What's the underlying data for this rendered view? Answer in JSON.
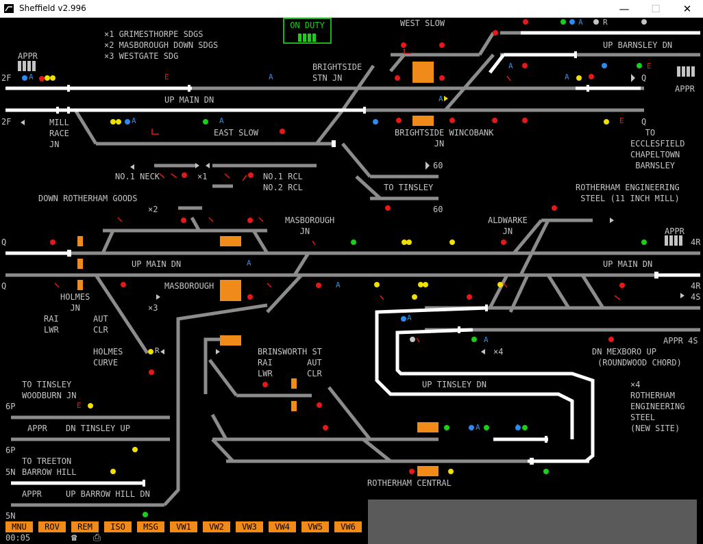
{
  "window": {
    "title": "Sheffield v2.996",
    "controls": {
      "minimize": "—",
      "maximize": "☐",
      "close": "✕"
    }
  },
  "duty": {
    "label": "ON DUTY"
  },
  "notes": [
    "×1 GRIMESTHORPE SDGS",
    "×2 MASBOROUGH DOWN SDGS",
    "×3 WESTGATE SDG"
  ],
  "labels": {
    "appr": "APPR",
    "mill_race": "MILL\nRACE\nJN",
    "brightside_stn": "BRIGHTSIDE\nSTN JN",
    "west_slow": "WEST SLOW",
    "up_main_dn": "UP MAIN DN",
    "east_slow": "EAST SLOW",
    "brightside_wincobank": "BRIGHTSIDE WINCOBANK\n        JN",
    "up_barnsley_dn": "UP BARNSLEY DN",
    "to_ecclesfield": "   TO\nECCLESFIELD\nCHAPELTOWN\n BARNSLEY",
    "no1_neck": "NO.1 NECK",
    "x1": "×1",
    "no1_rcl": "NO.1 RCL",
    "no2_rcl": "NO.2 RCL",
    "to_tinsley": "TO TINSLEY",
    "down_rotherham_goods": "DOWN ROTHERHAM GOODS",
    "x2": "×2",
    "rotherham_eng_steel": "ROTHERHAM ENGINEERING\n STEEL (11 INCH MILL)",
    "masborough_jn": "MASBOROUGH\n   JN",
    "aldwarke_jn": "ALDWARKE\n   JN",
    "up_main_dn_lower": "UP MAIN DN",
    "up_main_dn_right": "UP MAIN DN",
    "masborough": "MASBOROUGH",
    "holmes_jn": "HOLMES\n  JN",
    "x3": "×3",
    "rai": "RAI",
    "lwr": "LWR",
    "aut": "AUT",
    "clr": "CLR",
    "holmes_curve": "HOLMES\nCURVE",
    "brinsworth_st": "BRINSWORTH ST",
    "x4": "×4",
    "dn_mexboro_up": "DN MEXBORO UP",
    "roundwood_chord": "(ROUNDWOOD CHORD)",
    "up_tinsley_dn": "UP TINSLEY DN",
    "to_tinsley_woodburn": "TO TINSLEY\nWOODBURN JN",
    "dn_tinsley_up": "DN TINSLEY UP",
    "to_treeton": "TO TREETON\nBARROW HILL",
    "up_barrow_hill_dn": "UP BARROW HILL DN",
    "rotherham_central": "ROTHERHAM CENTRAL",
    "x4_rotherham_new": "×4\nROTHERHAM\nENGINEERING\nSTEEL\n(NEW SITE)",
    "appr_4s": "APPR 4S"
  },
  "edge_markers": {
    "m2f_top": "2F",
    "m2f_bot": "2F",
    "q_top": "Q",
    "q_bot": "Q",
    "q_mid1": "Q",
    "q_mid2": "Q",
    "r4_top": "4R",
    "r4_bot": "4R",
    "s4": "4S",
    "p6_top": "6P",
    "p6_bot": "6P",
    "n5_top": "5N",
    "n5_bot": "5N",
    "n60_top": "60",
    "n60_bot": "60"
  },
  "signal_codes": {
    "auto": "A",
    "emergency": "E",
    "route": "R"
  },
  "toolbar": [
    "MNU",
    "ROV",
    "REM",
    "ISO",
    "MSG",
    "VW1",
    "VW2",
    "VW3",
    "VW4",
    "VW5",
    "VW6"
  ],
  "clock": "00:05",
  "status_icons": {
    "phone": "☎",
    "printer": "⎙"
  },
  "colors": {
    "background": "#000000",
    "track": "#8c8c8c",
    "route_set": "#ffffff",
    "occupied": "#f08a18",
    "signal_red": "#e81818",
    "signal_yellow": "#f0e000",
    "signal_green": "#18d018",
    "auto_blue": "#2a8cf0",
    "text": "#c4c4c4",
    "on_duty": "#18d018"
  }
}
